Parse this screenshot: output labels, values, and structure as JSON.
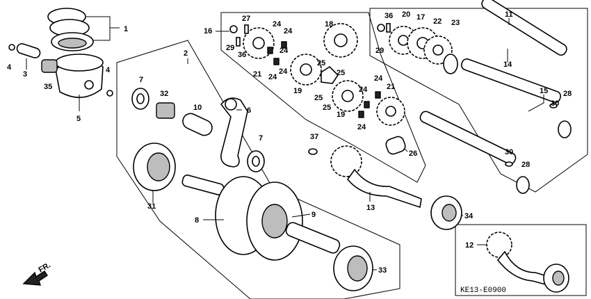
{
  "diagram": {
    "drawing_code": "KE13-E0900",
    "direction_marker": "FR.",
    "part_labels": [
      {
        "id": "1",
        "text": "1"
      },
      {
        "id": "2",
        "text": "2"
      },
      {
        "id": "3",
        "text": "3"
      },
      {
        "id": "4a",
        "text": "4"
      },
      {
        "id": "4b",
        "text": "4"
      },
      {
        "id": "5",
        "text": "5"
      },
      {
        "id": "6",
        "text": "6"
      },
      {
        "id": "7a",
        "text": "7"
      },
      {
        "id": "7b",
        "text": "7"
      },
      {
        "id": "8",
        "text": "8"
      },
      {
        "id": "9",
        "text": "9"
      },
      {
        "id": "10",
        "text": "10"
      },
      {
        "id": "11",
        "text": "11"
      },
      {
        "id": "12",
        "text": "12"
      },
      {
        "id": "13",
        "text": "13"
      },
      {
        "id": "14",
        "text": "14"
      },
      {
        "id": "15",
        "text": "15"
      },
      {
        "id": "16",
        "text": "16"
      },
      {
        "id": "17",
        "text": "17"
      },
      {
        "id": "18",
        "text": "18"
      },
      {
        "id": "19a",
        "text": "19"
      },
      {
        "id": "19b",
        "text": "19"
      },
      {
        "id": "20",
        "text": "20"
      },
      {
        "id": "21a",
        "text": "21"
      },
      {
        "id": "21b",
        "text": "21"
      },
      {
        "id": "22",
        "text": "22"
      },
      {
        "id": "23",
        "text": "23"
      },
      {
        "id": "24a",
        "text": "24"
      },
      {
        "id": "24b",
        "text": "24"
      },
      {
        "id": "24c",
        "text": "24"
      },
      {
        "id": "24d",
        "text": "24"
      },
      {
        "id": "24e",
        "text": "24"
      },
      {
        "id": "24f",
        "text": "24"
      },
      {
        "id": "24g",
        "text": "24"
      },
      {
        "id": "24h",
        "text": "24"
      },
      {
        "id": "25a",
        "text": "25"
      },
      {
        "id": "25b",
        "text": "25"
      },
      {
        "id": "25c",
        "text": "25"
      },
      {
        "id": "25d",
        "text": "25"
      },
      {
        "id": "26",
        "text": "26"
      },
      {
        "id": "27",
        "text": "27"
      },
      {
        "id": "28a",
        "text": "28"
      },
      {
        "id": "28b",
        "text": "28"
      },
      {
        "id": "29a",
        "text": "29"
      },
      {
        "id": "29b",
        "text": "29"
      },
      {
        "id": "30a",
        "text": "30"
      },
      {
        "id": "30b",
        "text": "30"
      },
      {
        "id": "31",
        "text": "31"
      },
      {
        "id": "32",
        "text": "32"
      },
      {
        "id": "33",
        "text": "33"
      },
      {
        "id": "34",
        "text": "34"
      },
      {
        "id": "35",
        "text": "35"
      },
      {
        "id": "36a",
        "text": "36"
      },
      {
        "id": "36b",
        "text": "36"
      },
      {
        "id": "37",
        "text": "37"
      }
    ]
  }
}
